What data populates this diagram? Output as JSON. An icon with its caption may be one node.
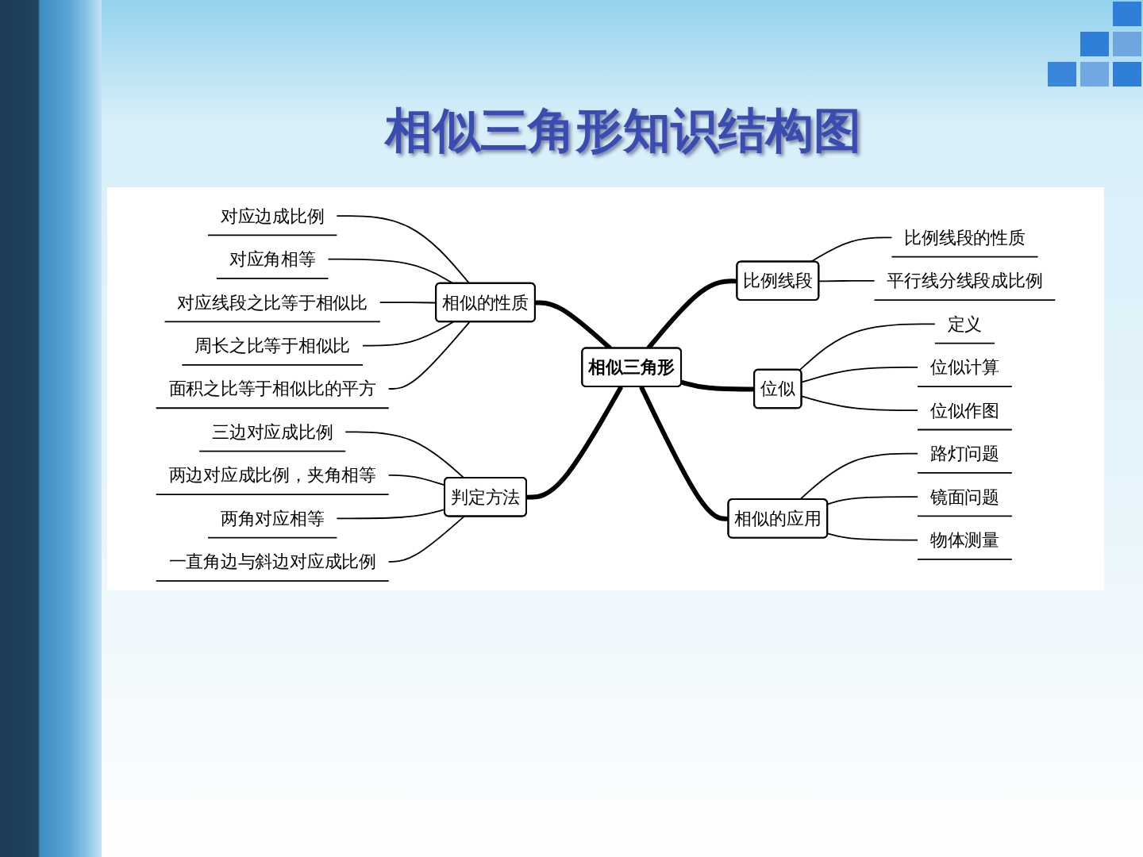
{
  "diagram": {
    "title": "相似三角形知识结构图",
    "nodes": [
      {
        "text": [
          "相似三角形"
        ]
      },
      {
        "text": [
          "相似的性质"
        ]
      },
      {
        "text": [
          "对应边成比例"
        ]
      },
      {
        "text": [
          "对应角相等"
        ]
      },
      {
        "text": [
          "对应线段之比等于相似比"
        ]
      },
      {
        "text": [
          "周长之比等于相似比"
        ]
      },
      {
        "text": [
          "面积之比等于相似比的平方"
        ]
      },
      {
        "text": [
          "判定方法"
        ]
      },
      {
        "text": [
          "三边对应成比例"
        ]
      },
      {
        "text": [
          "两边对应成比例，夹角相等"
        ]
      },
      {
        "text": [
          "两角对应相等"
        ]
      },
      {
        "text": [
          "一直角边与斜边对应成比例"
        ]
      },
      {
        "text": [
          "比例线段"
        ]
      },
      {
        "text": [
          "比例线段的性质"
        ]
      },
      {
        "text": [
          "平行线分线段成比例"
        ]
      },
      {
        "text": [
          "位似"
        ]
      },
      {
        "text": [
          "定义"
        ]
      },
      {
        "text": [
          "位似计算"
        ]
      },
      {
        "text": [
          "位似作图"
        ]
      },
      {
        "text": [
          "相似的应用"
        ]
      },
      {
        "text": [
          "路灯问题"
        ]
      },
      {
        "text": [
          "镜面问题"
        ]
      },
      {
        "text": [
          "物体测量"
        ]
      }
    ],
    "edges": [
      {
        "from": 1,
        "to": 0,
        "arrow": "none",
        "style": "thick"
      },
      {
        "from": 2,
        "to": 1,
        "arrow": "none"
      },
      {
        "from": 3,
        "to": 1,
        "arrow": "none"
      },
      {
        "from": 4,
        "to": 1,
        "arrow": "none"
      },
      {
        "from": 5,
        "to": 1,
        "arrow": "none"
      },
      {
        "from": 6,
        "to": 1,
        "arrow": "none"
      },
      {
        "from": 7,
        "to": 0,
        "arrow": "none",
        "style": "thick"
      },
      {
        "from": 8,
        "to": 7,
        "arrow": "none"
      },
      {
        "from": 9,
        "to": 7,
        "arrow": "none"
      },
      {
        "from": 10,
        "to": 7,
        "arrow": "none"
      },
      {
        "from": 11,
        "to": 7,
        "arrow": "none"
      },
      {
        "from": 0,
        "to": 12,
        "arrow": "none",
        "style": "thick"
      },
      {
        "from": 12,
        "to": 13,
        "arrow": "none"
      },
      {
        "from": 12,
        "to": 14,
        "arrow": "none"
      },
      {
        "from": 0,
        "to": 15,
        "arrow": "none",
        "style": "thick"
      },
      {
        "from": 15,
        "to": 16,
        "arrow": "none"
      },
      {
        "from": 15,
        "to": 17,
        "arrow": "none"
      },
      {
        "from": 15,
        "to": 18,
        "arrow": "none"
      },
      {
        "from": 0,
        "to": 19,
        "arrow": "none",
        "style": "thick"
      },
      {
        "from": 19,
        "to": 20,
        "arrow": "none"
      },
      {
        "from": 19,
        "to": 21,
        "arrow": "none"
      },
      {
        "from": 19,
        "to": 22,
        "arrow": "none"
      }
    ]
  }
}
